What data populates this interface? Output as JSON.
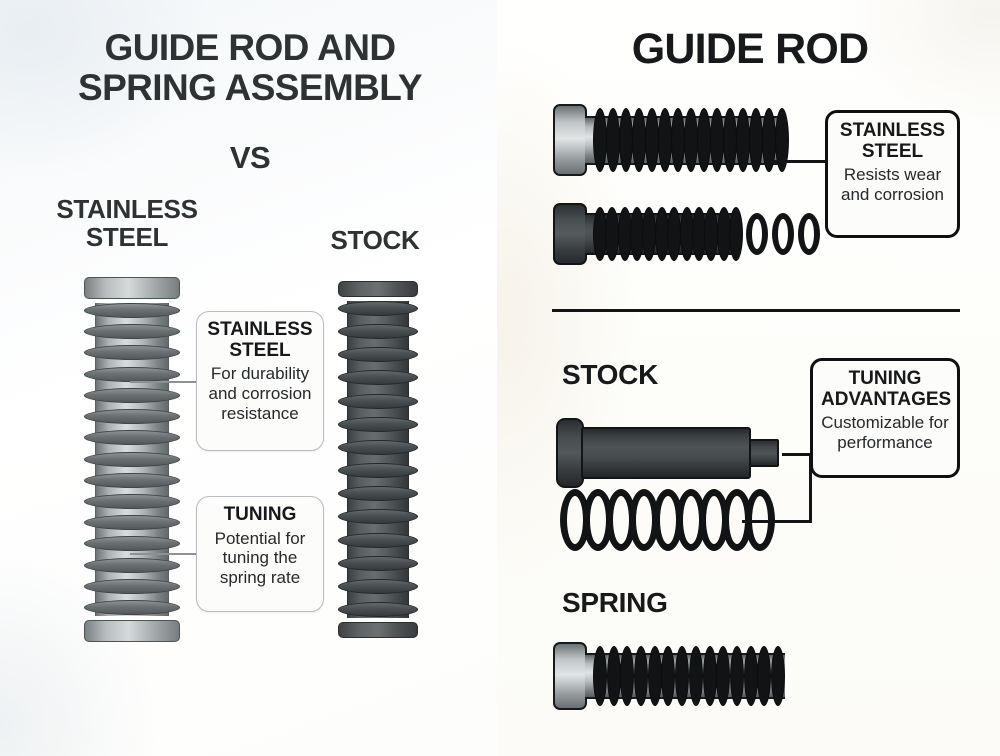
{
  "left_panel": {
    "title_line1": "GUIDE ROD AND",
    "title_line2": "SPRING ASSEMBLY",
    "vs": "VS",
    "label_stainless": "STAINLESS STEEL",
    "label_stock": "STOCK",
    "callouts": [
      {
        "id": "stainless-steel",
        "heading_line1": "STAINLESS",
        "heading_line2": "STEEL",
        "body": "For durability and corrosion resistance"
      },
      {
        "id": "tuning",
        "heading_line1": "TUNING",
        "heading_line2": "",
        "body": "Potential for tuning the spring rate"
      }
    ]
  },
  "right_panel": {
    "title": "GUIDE ROD",
    "label_stock": "STOCK",
    "label_spring": "SPRING",
    "callouts": [
      {
        "id": "stainless-steel",
        "heading_line1": "STAINLESS",
        "heading_line2": "STEEL",
        "body": "Resists wear and corrosion"
      },
      {
        "id": "tuning-advantages",
        "heading_line1": "TUNING",
        "heading_line2": "ADVANTAGES",
        "body": "Customizable for performance"
      }
    ]
  },
  "colors": {
    "text_dark": "#2e3233",
    "text_black": "#17191a",
    "stainless_light": "#d9dddd",
    "stainless_mid": "#aeb4b6",
    "stock_dark": "#4a4f51",
    "coil_black": "#111314",
    "callout_border_soft": "#b9bdbf",
    "callout_border_hard": "#0e1011",
    "leader_line": "#8d9193",
    "background_left": "#f4f7f9",
    "background_right": "#fdfdfa"
  }
}
